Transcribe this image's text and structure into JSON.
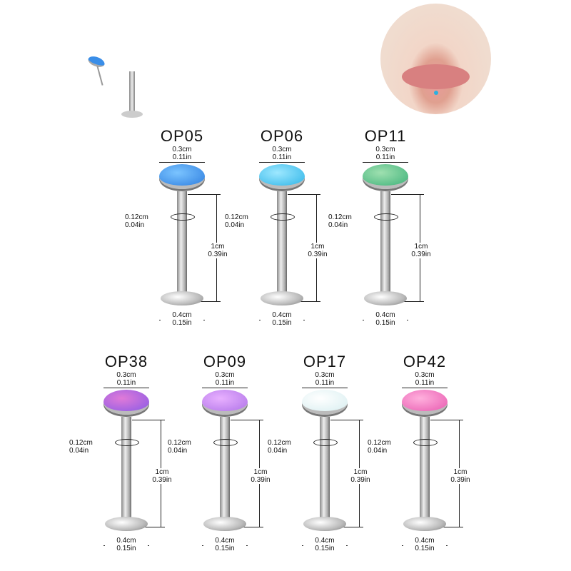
{
  "items": [
    {
      "code": "OP05",
      "gem_color": "#2f7fe0",
      "gem_color2": "#7bc4ff"
    },
    {
      "code": "OP06",
      "gem_color": "#2fb5e8",
      "gem_color2": "#9ee8ff"
    },
    {
      "code": "OP11",
      "gem_color": "#3fb27a",
      "gem_color2": "#9fe0b0"
    },
    {
      "code": "OP38",
      "gem_color": "#8a5be6",
      "gem_color2": "#e07ad8"
    },
    {
      "code": "OP09",
      "gem_color": "#b074e8",
      "gem_color2": "#e8b0ff"
    },
    {
      "code": "OP17",
      "gem_color": "#d8eef0",
      "gem_color2": "#ffffff"
    },
    {
      "code": "OP42",
      "gem_color": "#e85ab0",
      "gem_color2": "#ffb0dd"
    }
  ],
  "dims": {
    "top_cm": "0.3cm",
    "top_in": "0.11in",
    "gauge_cm": "0.12cm",
    "gauge_in": "0.04in",
    "length_cm": "1cm",
    "length_in": "0.39in",
    "base_cm": "0.4cm",
    "base_in": "0.15in"
  }
}
